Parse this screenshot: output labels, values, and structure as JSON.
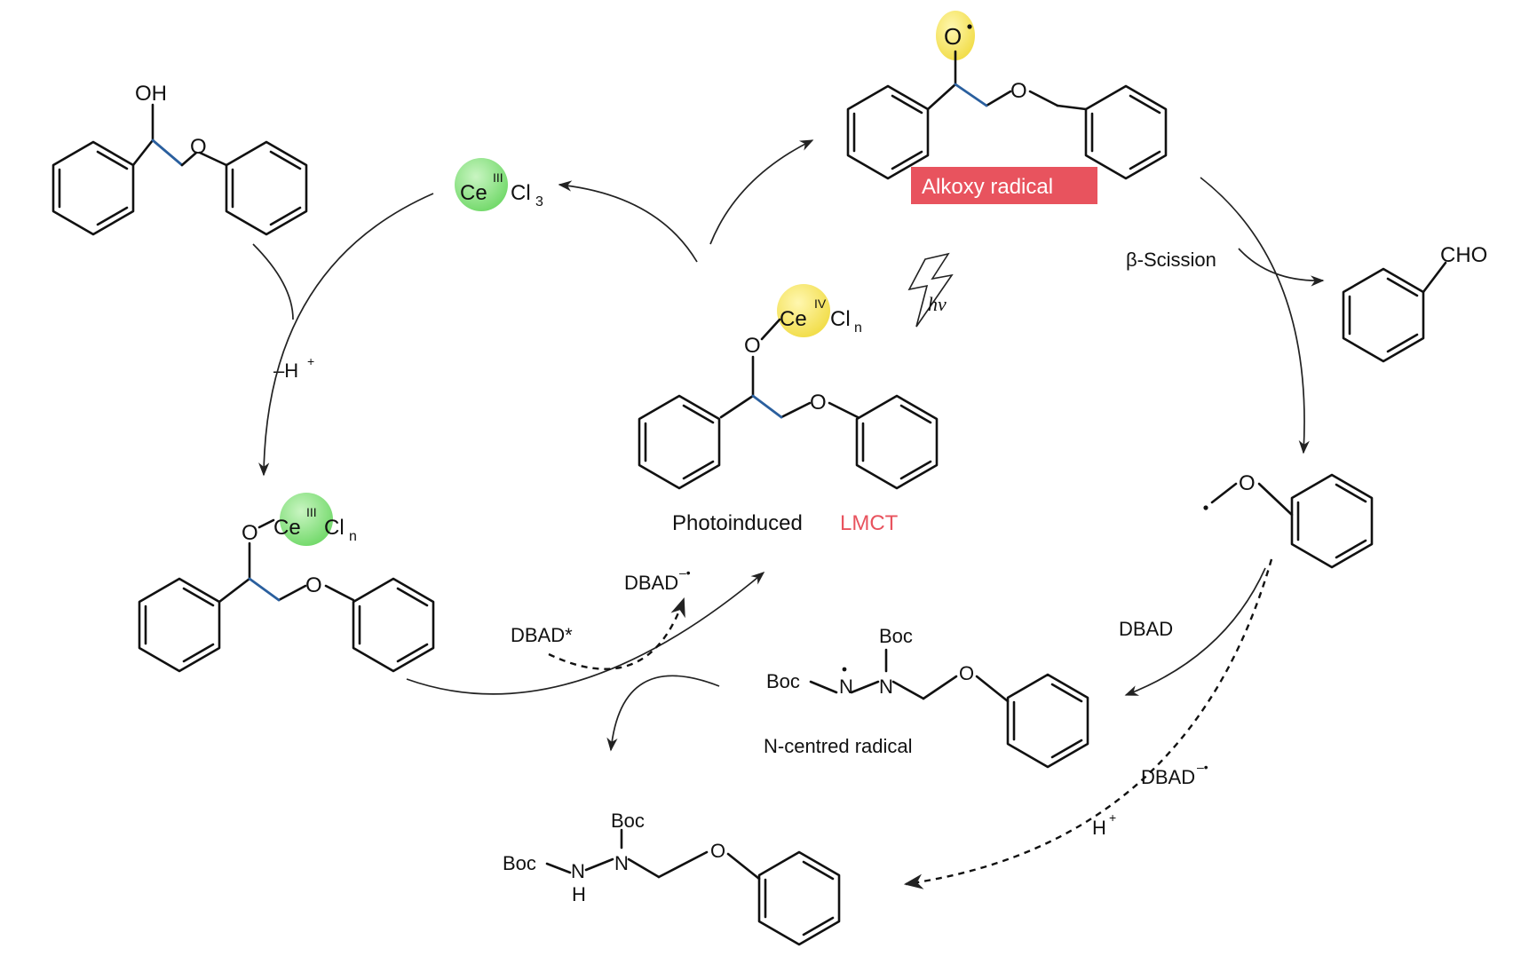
{
  "colors": {
    "ce3_sphere": "#7ee07a",
    "ce4_sphere": "#f3e25a",
    "radical_highlight": "#f7ef7a",
    "alkoxy_box": "#e8535e",
    "lmct_text": "#e8535e",
    "blue_bond": "#2a5f9e"
  },
  "labels": {
    "oh": "OH",
    "o": "O",
    "ce": "Ce",
    "ce3_ox": "III",
    "ce4_ox": "IV",
    "cl": "Cl",
    "sub3": "3",
    "subn": "n",
    "minus_h": "–H",
    "plus": "+",
    "alkoxy_radical": "Alkoxy radical",
    "beta_scission": "β-Scission",
    "cho": "CHO",
    "hv": "hν",
    "photoinduced": "Photoinduced",
    "lmct": "LMCT",
    "dbad": "DBAD",
    "dbad_star": "DBAD*",
    "dbad_radical_anion_base": "DBAD",
    "radical_anion_sup": "–•",
    "boc": "Boc",
    "n": "N",
    "h": "H",
    "n_centred_radical": "N-centred radical",
    "h_plus": "H"
  }
}
